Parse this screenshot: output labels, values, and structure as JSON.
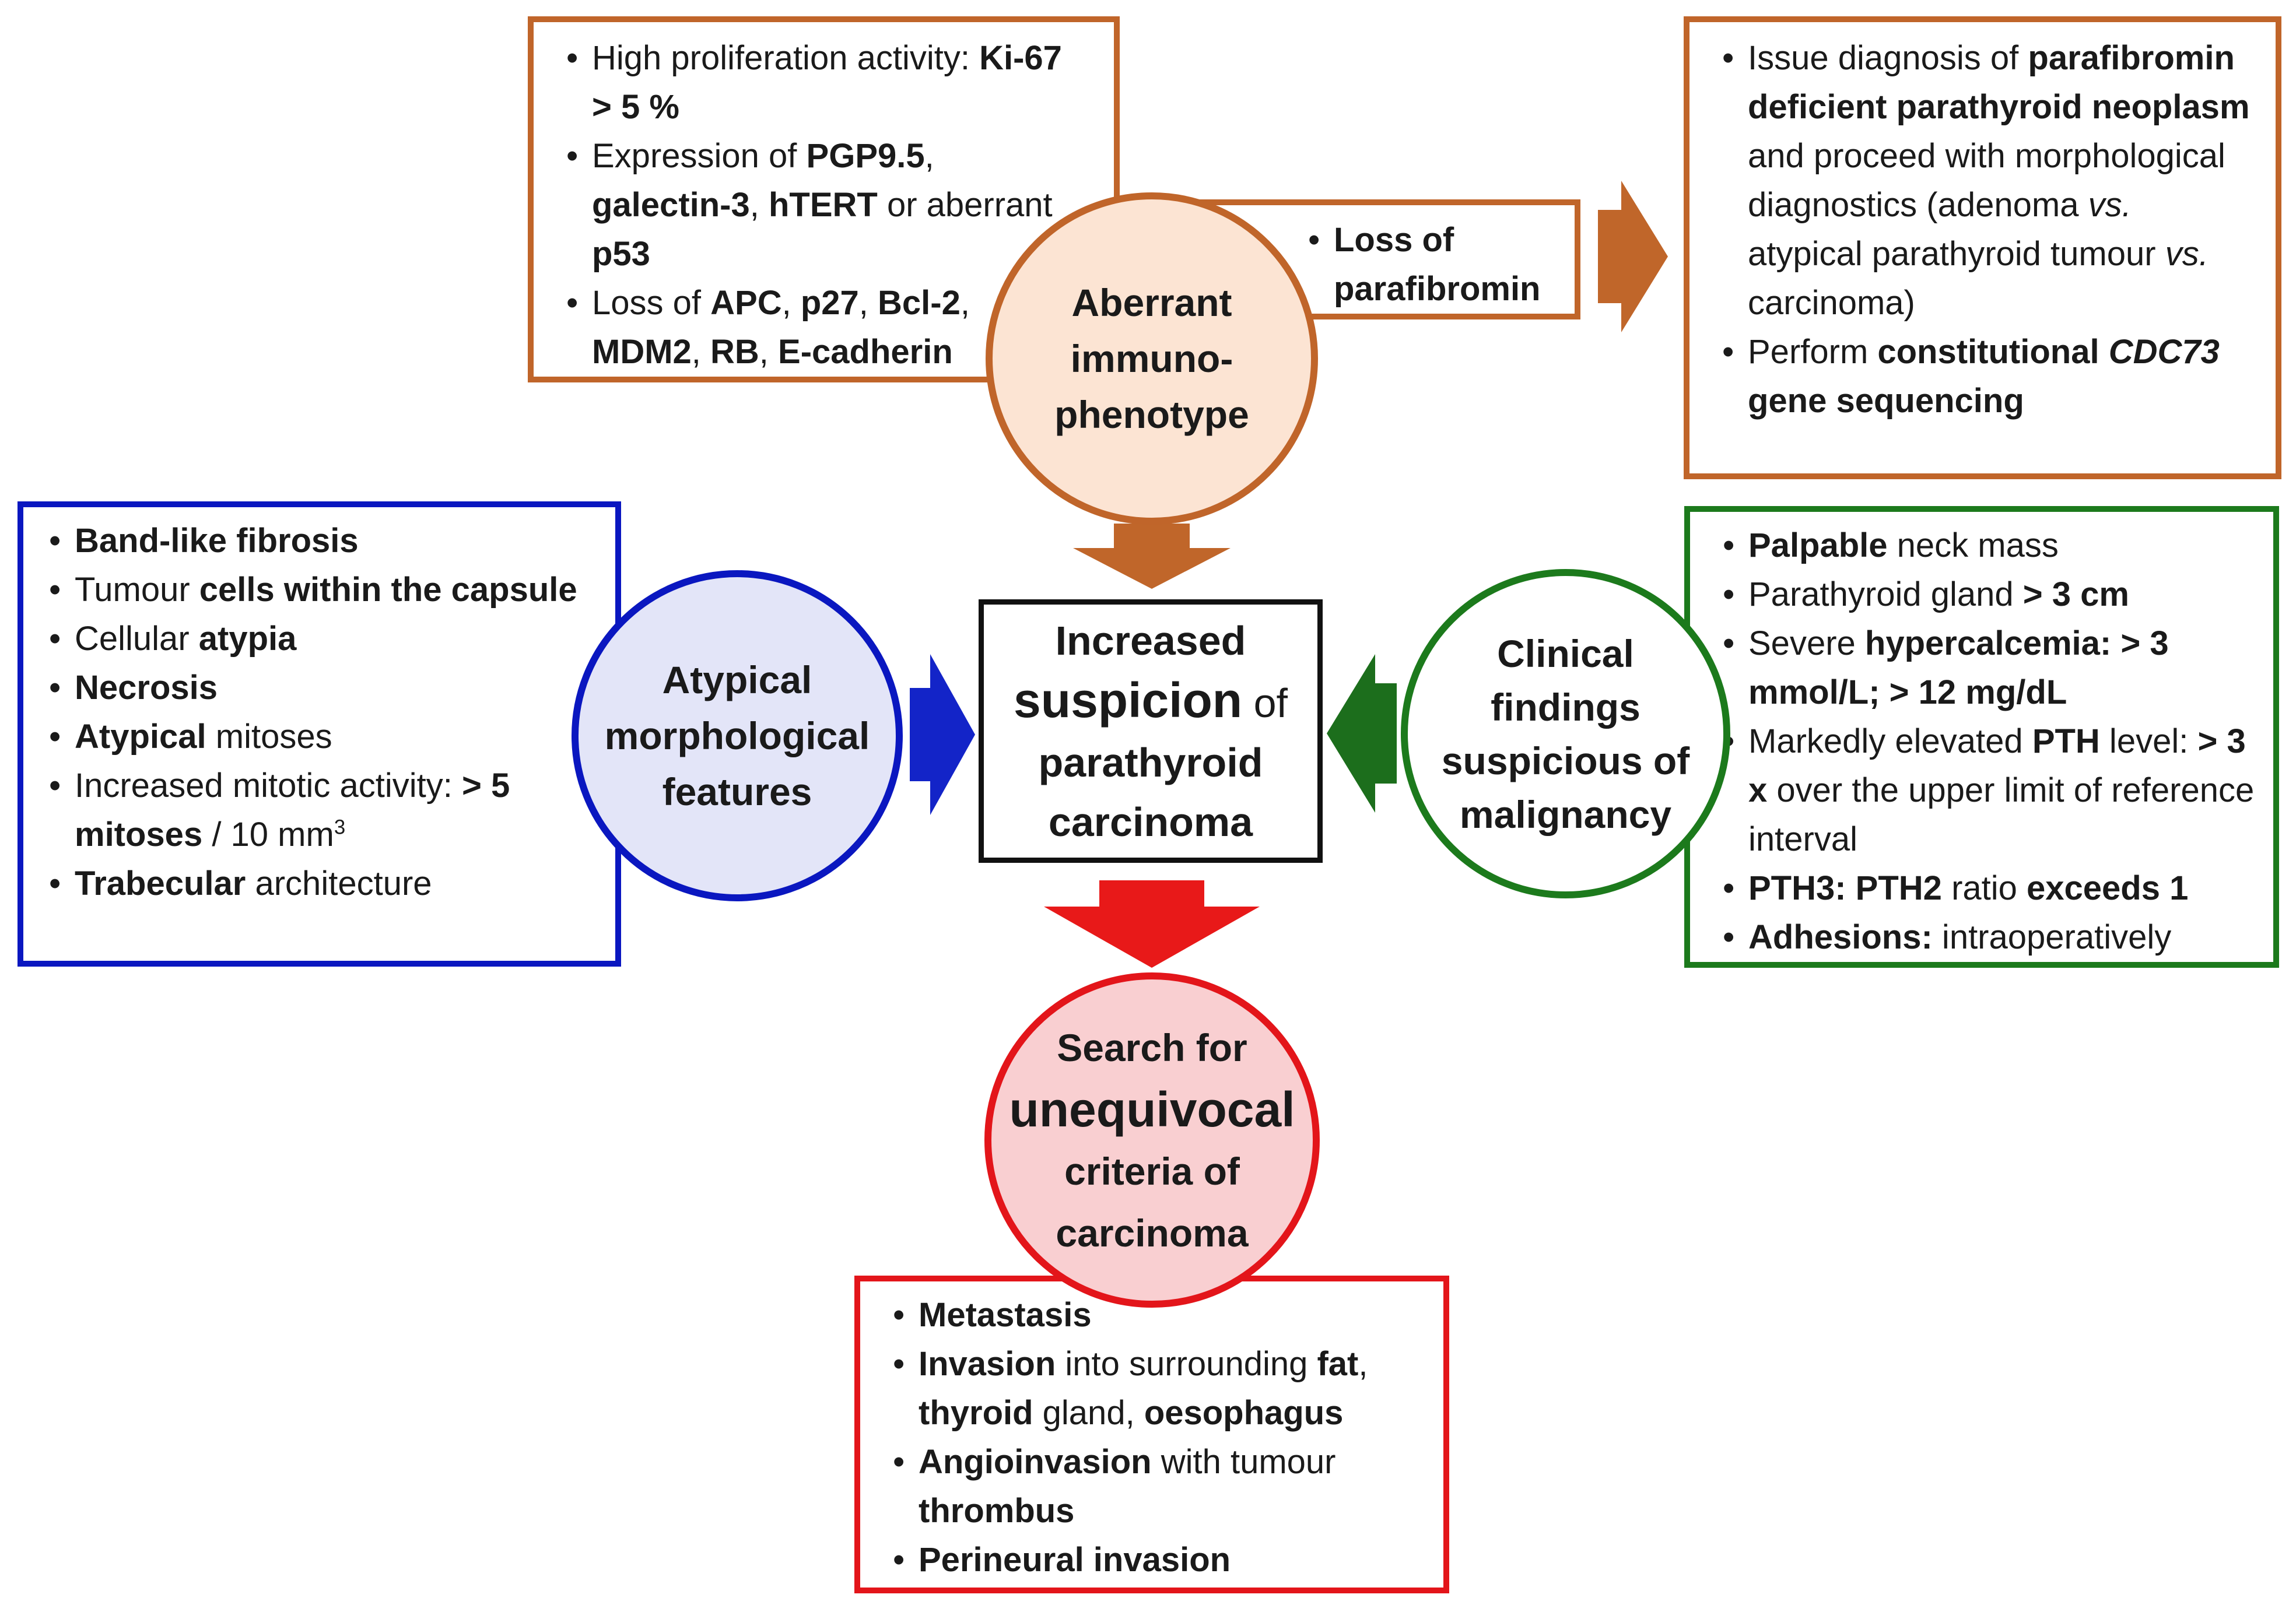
{
  "immunophenotype_box": {
    "items": [
      [
        {
          "t": "High proliferation activity: "
        },
        {
          "t": "Ki-67 > 5 %",
          "b": true
        }
      ],
      [
        {
          "t": "Expression of "
        },
        {
          "t": "PGP9.5",
          "b": true
        },
        {
          "t": ", "
        },
        {
          "t": "galectin-3",
          "b": true
        },
        {
          "t": ", "
        },
        {
          "t": "hTERT",
          "b": true
        },
        {
          "t": " or aberrant "
        },
        {
          "t": "p53",
          "b": true
        }
      ],
      [
        {
          "t": "Loss of "
        },
        {
          "t": "APC",
          "b": true
        },
        {
          "t": ", "
        },
        {
          "t": "p27",
          "b": true
        },
        {
          "t": ", "
        },
        {
          "t": "Bcl-2",
          "b": true
        },
        {
          "t": ", "
        },
        {
          "t": "MDM2",
          "b": true
        },
        {
          "t": ", "
        },
        {
          "t": "RB",
          "b": true
        },
        {
          "t": ", "
        },
        {
          "t": "E-cadherin",
          "b": true
        }
      ]
    ]
  },
  "parafibromin_box": {
    "items": [
      [
        {
          "t": "Loss of parafibromin",
          "b": true
        }
      ]
    ]
  },
  "diagnosis_box": {
    "items": [
      [
        {
          "t": "Issue diagnosis of "
        },
        {
          "t": "parafibromin deficient parathyroid neoplasm",
          "b": true
        },
        {
          "t": " and proceed with morphological diagnostics (adenoma "
        },
        {
          "t": "vs.",
          "i": true
        },
        {
          "t": " atypical parathyroid tumour "
        },
        {
          "t": "vs.",
          "i": true
        },
        {
          "t": " carcinoma)"
        }
      ],
      [
        {
          "t": "Perform "
        },
        {
          "t": "constitutional ",
          "b": true
        },
        {
          "t": "CDC73",
          "b": true,
          "i": true
        },
        {
          "t": " gene sequencing",
          "b": true
        }
      ]
    ]
  },
  "morphology_box": {
    "items": [
      [
        {
          "t": "Band-like fibrosis",
          "b": true
        }
      ],
      [
        {
          "t": "Tumour "
        },
        {
          "t": "cells within the capsule",
          "b": true
        }
      ],
      [
        {
          "t": "Cellular "
        },
        {
          "t": "atypia",
          "b": true
        }
      ],
      [
        {
          "t": "Necrosis",
          "b": true
        }
      ],
      [
        {
          "t": "Atypical",
          "b": true
        },
        {
          "t": " mitoses"
        }
      ],
      [
        {
          "t": "Increased mitotic activity: "
        },
        {
          "t": "> 5 mitoses",
          "b": true
        },
        {
          "t": " / 10 mm"
        },
        {
          "t": "3",
          "sup": true
        }
      ],
      [
        {
          "t": "Trabecular",
          "b": true
        },
        {
          "t": " architecture"
        }
      ]
    ]
  },
  "clinical_box": {
    "items": [
      [
        {
          "t": "Palpable",
          "b": true
        },
        {
          "t": " neck mass"
        }
      ],
      [
        {
          "t": "Parathyroid gland "
        },
        {
          "t": "> 3 cm",
          "b": true
        }
      ],
      [
        {
          "t": "Severe "
        },
        {
          "t": "hypercalcemia: > 3 mmol/L; > 12 mg/dL",
          "b": true
        }
      ],
      [
        {
          "t": "Markedly elevated "
        },
        {
          "t": "PTH",
          "b": true
        },
        {
          "t": " level: "
        },
        {
          "t": "> 3 x",
          "b": true
        },
        {
          "t": " over the upper limit of reference interval"
        }
      ],
      [
        {
          "t": "PTH3: PTH2",
          "b": true
        },
        {
          "t": " ratio "
        },
        {
          "t": "exceeds 1",
          "b": true
        }
      ],
      [
        {
          "t": "Adhesions:",
          "b": true
        },
        {
          "t": " intraoperatively"
        }
      ]
    ]
  },
  "criteria_box": {
    "items": [
      [
        {
          "t": "Metastasis",
          "b": true
        }
      ],
      [
        {
          "t": "Invasion",
          "b": true
        },
        {
          "t": " into surrounding "
        },
        {
          "t": "fat",
          "b": true
        },
        {
          "t": ", "
        },
        {
          "t": "thyroid",
          "b": true
        },
        {
          "t": " gland, "
        },
        {
          "t": "oesophagus",
          "b": true
        }
      ],
      [
        {
          "t": "Angioinvasion",
          "b": true
        },
        {
          "t": " with tumour "
        },
        {
          "t": "thrombus",
          "b": true
        }
      ],
      [
        {
          "t": "Perineural invasion",
          "b": true
        }
      ]
    ]
  },
  "circles": {
    "immunophenotype": [
      "Aberrant",
      "immuno-",
      "phenotype"
    ],
    "morphology": [
      "Atypical",
      "morphological",
      "features"
    ],
    "clinical": [
      "Clinical",
      "findings",
      "suspicious of",
      "malignancy"
    ],
    "search": [
      {
        "t": "Search for"
      },
      {
        "t": "unequivocal",
        "big": true
      },
      {
        "t": "criteria of"
      },
      {
        "t": "carcinoma"
      }
    ]
  },
  "center_box": [
    [
      {
        "t": "Increased"
      }
    ],
    [
      {
        "t": "suspicion",
        "big": true
      },
      {
        "t": " of"
      }
    ],
    [
      {
        "t": "parathyroid"
      }
    ],
    [
      {
        "t": "carcinoma"
      }
    ]
  ],
  "colors": {
    "orange": "#c0652a",
    "orange_fill": "#fce4d3",
    "orange_arrow": "#c0662a",
    "blue": "#0a17c0",
    "blue_fill": "#e3e5f8",
    "blue_arrow": "#1324c8",
    "green": "#1c7a1c",
    "green_fill": "#ffffff",
    "green_arrow": "#1c6e1c",
    "red": "#e3151a",
    "red_fill": "#f9cfd1",
    "red_arrow": "#e81919",
    "black": "#111111"
  }
}
